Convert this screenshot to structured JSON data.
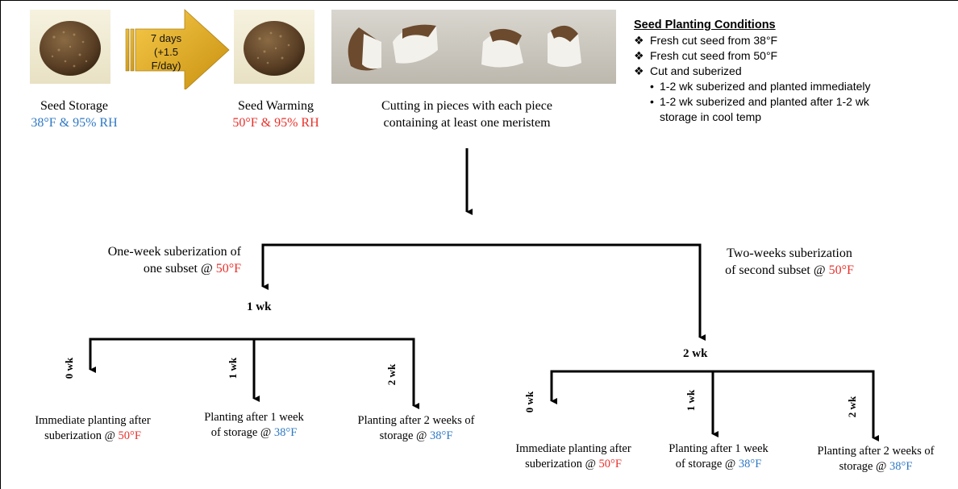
{
  "seed_storage": {
    "title": "Seed Storage",
    "temp": "38°F",
    "rest": " & 95% RH"
  },
  "arrow_label": [
    "7 days",
    "(+1.5",
    "F/day)"
  ],
  "seed_warming": {
    "title": "Seed Warming",
    "value": "50°F & 95% RH"
  },
  "cutting": {
    "line1": "Cutting in pieces with each piece",
    "line2": "containing at least one meristem"
  },
  "conditions": {
    "title": "Seed Planting Conditions",
    "items": [
      "Fresh cut seed from 38°F",
      "Fresh cut seed from 50°F",
      "Cut and suberized"
    ],
    "subitems": [
      "1-2 wk suberized and planted immediately",
      "1-2 wk suberized and planted after 1-2 wk",
      "storage in cool temp"
    ]
  },
  "left_branch": {
    "line1": "One-week suberization of",
    "line2": "one subset @ ",
    "temp": "50°F",
    "node": "1 wk"
  },
  "right_branch": {
    "line1": "Two-weeks suberization",
    "line2": "of second subset @ ",
    "temp": "50°F",
    "node": "2 wk"
  },
  "wk_labels": [
    "0 wk",
    "1 wk",
    "2 wk"
  ],
  "outcomes": {
    "immediate": {
      "line1": "Immediate planting after",
      "line2": "suberization @ ",
      "temp": "50°F"
    },
    "one_week": {
      "line1": "Planting after 1 week",
      "line2": "of storage @ ",
      "temp": "38°F"
    },
    "two_weeks": {
      "line1": "Planting after 2 weeks of",
      "line2": "storage @ ",
      "temp": "38°F"
    }
  },
  "colors": {
    "warm": "#e8302a",
    "cool": "#2e78c4",
    "arrow_gold": "#f0b41e"
  }
}
